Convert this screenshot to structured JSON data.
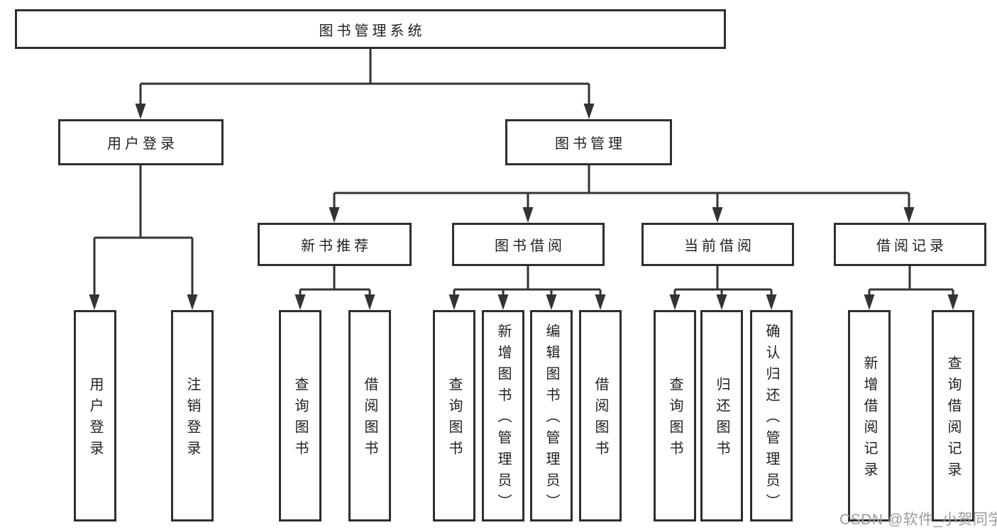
{
  "colors": {
    "line": "#333333",
    "box_border": "#2e2e2e",
    "box_background": "#ffffff",
    "text": "#1f1f1f",
    "watermark": "#9c9c9c",
    "background": "#ffffff"
  },
  "watermark": {
    "text": "CSDN @软件_小贺同学"
  },
  "tree": {
    "label": "图书管理系统",
    "children": [
      {
        "label": "用户登录",
        "children": [
          {
            "label": "用户登录"
          },
          {
            "label": "注销登录"
          }
        ]
      },
      {
        "label": "图书管理",
        "children": [
          {
            "label": "新书推荐",
            "children": [
              {
                "label": "查询图书"
              },
              {
                "label": "借阅图书"
              }
            ]
          },
          {
            "label": "图书借阅",
            "children": [
              {
                "label": "查询图书"
              },
              {
                "label": "新增图书（管理员）"
              },
              {
                "label": "编辑图书（管理员）"
              },
              {
                "label": "借阅图书"
              }
            ]
          },
          {
            "label": "当前借阅",
            "children": [
              {
                "label": "查询图书"
              },
              {
                "label": "归还图书"
              },
              {
                "label": "确认归还（管理员）"
              }
            ]
          },
          {
            "label": "借阅记录",
            "children": [
              {
                "label": "新增借阅记录"
              },
              {
                "label": "查询借阅记录"
              }
            ]
          }
        ]
      }
    ]
  }
}
